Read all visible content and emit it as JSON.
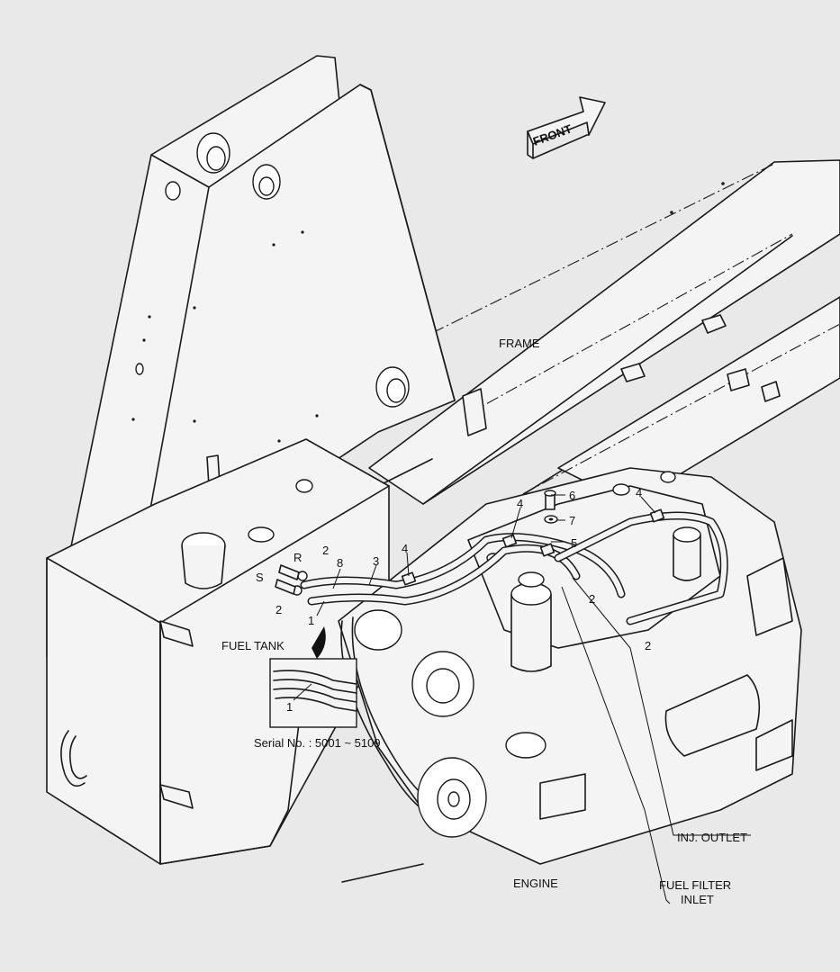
{
  "arrow": {
    "text": "FRONT"
  },
  "labels": {
    "frame": "FRAME",
    "fuel_tank": "FUEL TANK",
    "engine": "ENGINE",
    "inj_outlet": "INJ. OUTLET",
    "fuel_filter_line1": "FUEL FILTER",
    "fuel_filter_line2": "INLET",
    "serial": "Serial No. : 5001 ~ 5109"
  },
  "callouts": {
    "n1_main": "1",
    "n1_inset": "1",
    "n2_top": "2",
    "n2_left": "2",
    "n2_right_a": "2",
    "n2_right_b": "2",
    "n3": "3",
    "n4_left": "4",
    "n4_mid": "4",
    "n4_right": "4",
    "n5": "5",
    "n6": "6",
    "n7": "7",
    "n8": "8",
    "r": "R",
    "s": "S"
  }
}
